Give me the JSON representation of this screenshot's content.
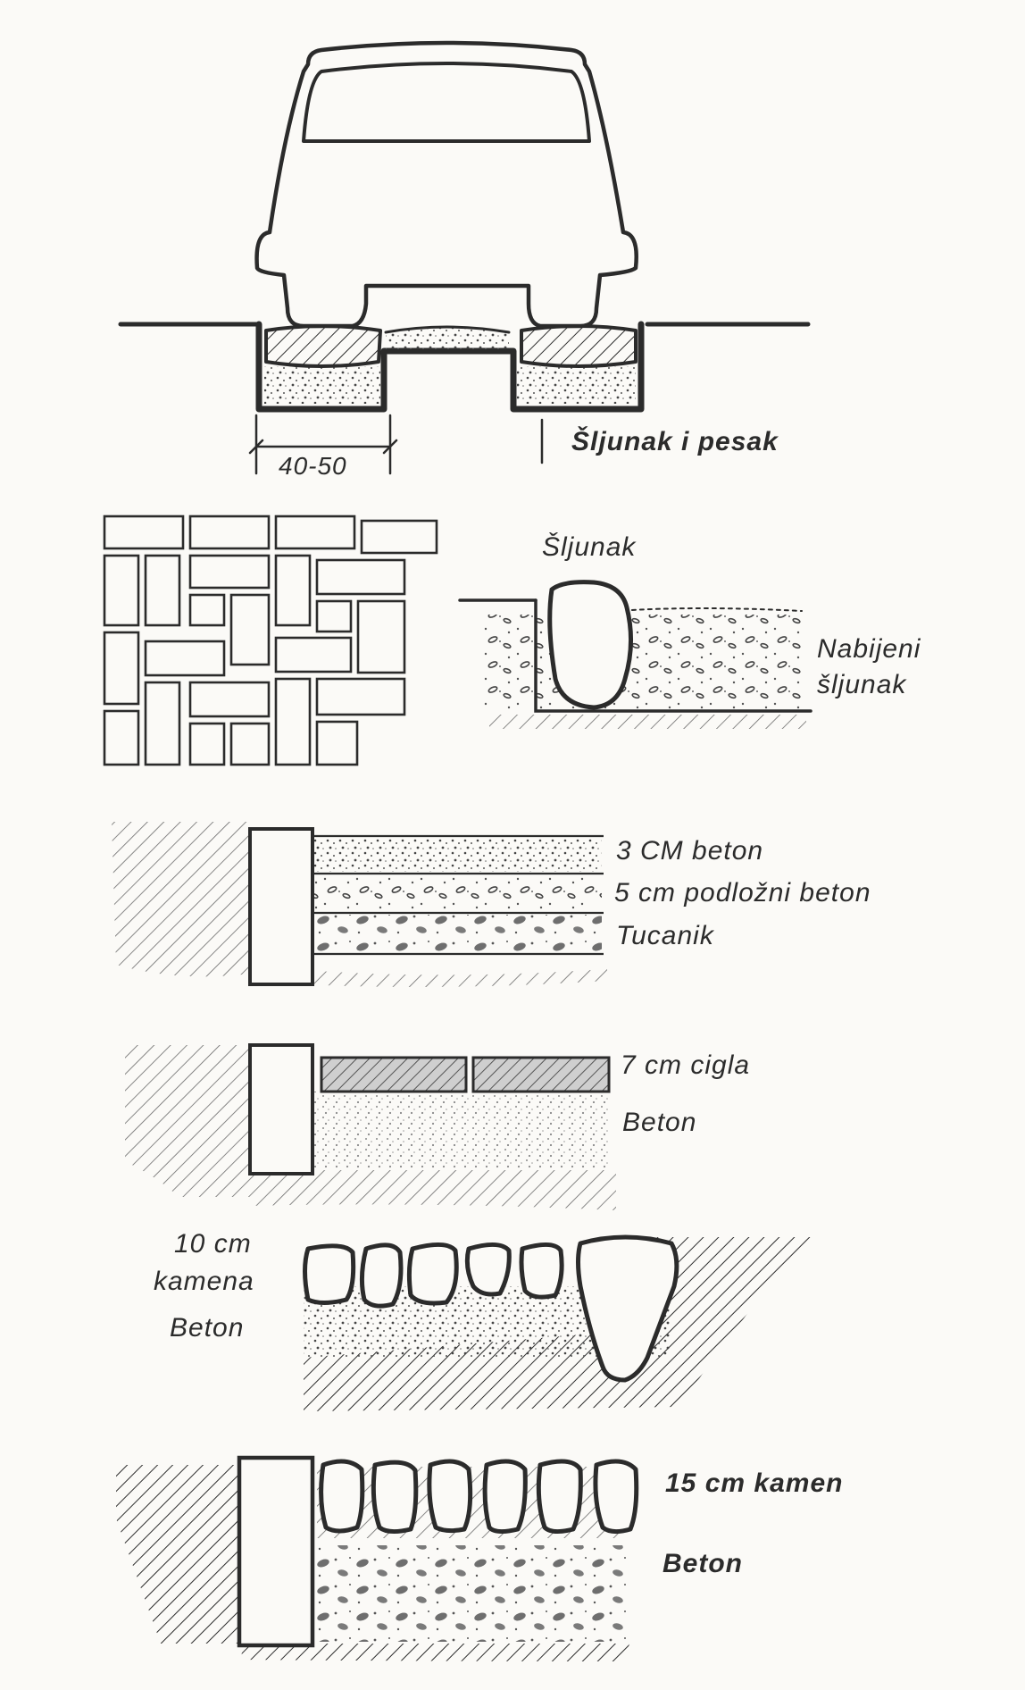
{
  "labels": {
    "dimension": "40-50",
    "gravel_and_sand": "Šljunak i pesak",
    "gravel": "Šljunak",
    "compacted_gravel_line1": "Nabijeni",
    "compacted_gravel_line2": "šljunak",
    "concrete_3cm": "3 CM beton",
    "subbase_concrete_5cm": "5 cm podložni beton",
    "crushed_stone": "Tucanik",
    "brick_7cm": "7 cm cigla",
    "concrete_brick_section": "Beton",
    "stone_10cm_line1": "10 cm",
    "stone_10cm_line2": "kamena",
    "concrete_stone10_section": "Beton",
    "stone_15cm": "15 cm kamen",
    "concrete_stone15_section": "Beton"
  },
  "colors": {
    "ink": "#2b2b2b",
    "paper": "#fbfaf7"
  }
}
